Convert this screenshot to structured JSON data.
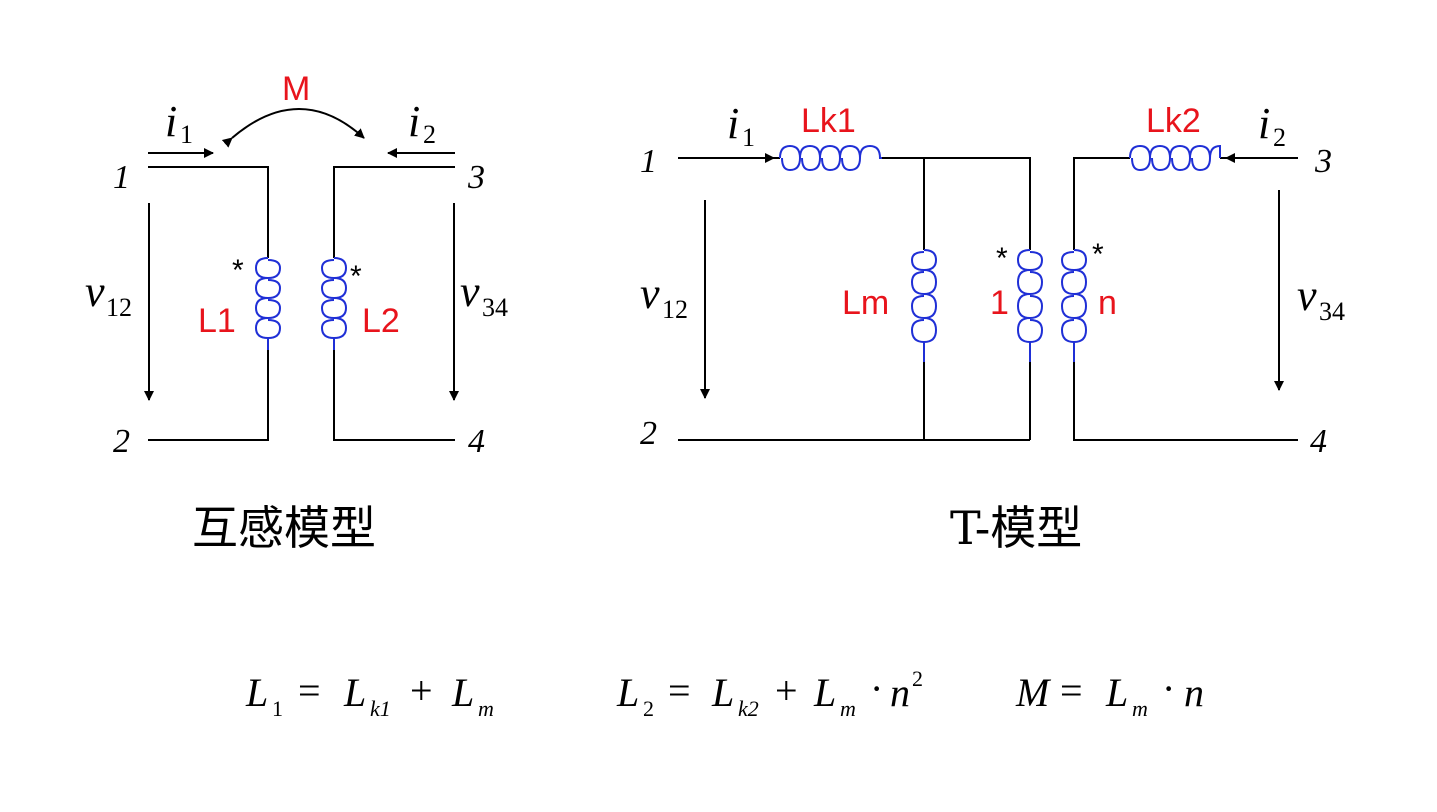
{
  "mutual_model": {
    "mutual_label": "M",
    "current_left": "i",
    "current_left_sub": "1",
    "current_right": "i",
    "current_right_sub": "2",
    "node1": "1",
    "node2": "2",
    "node3": "3",
    "node4": "4",
    "voltage_left": "v",
    "voltage_left_sub": "12",
    "voltage_right": "v",
    "voltage_right_sub": "34",
    "coil_left_label": "L1",
    "coil_right_label": "L2",
    "dot_mark": "*",
    "caption": "互感模型"
  },
  "t_model": {
    "current_left": "i",
    "current_left_sub": "1",
    "current_right": "i",
    "current_right_sub": "2",
    "node1": "1",
    "node2": "2",
    "node3": "3",
    "node4": "4",
    "voltage_left": "v",
    "voltage_left_sub": "12",
    "voltage_right": "v",
    "voltage_right_sub": "34",
    "leak1_label": "Lk1",
    "leak2_label": "Lk2",
    "mag_label": "Lm",
    "ratio_primary": "1",
    "ratio_secondary": "n",
    "dot_mark": "*",
    "caption": "T-模型"
  },
  "equations": {
    "eq1": {
      "lhs": "L",
      "lhs_sub": "1",
      "eq": "=",
      "t1": "L",
      "t1_sub": "k1",
      "plus": "+",
      "t2": "L",
      "t2_sub": "m"
    },
    "eq2": {
      "lhs": "L",
      "lhs_sub": "2",
      "eq": "=",
      "t1": "L",
      "t1_sub": "k2",
      "plus": "+",
      "t2": "L",
      "t2_sub": "m",
      "dot": "·",
      "t3": "n",
      "t3_sup": "2"
    },
    "eq3": {
      "lhs": "M",
      "eq": "=",
      "t1": "L",
      "t1_sub": "m",
      "dot": "·",
      "t2": "n"
    }
  }
}
